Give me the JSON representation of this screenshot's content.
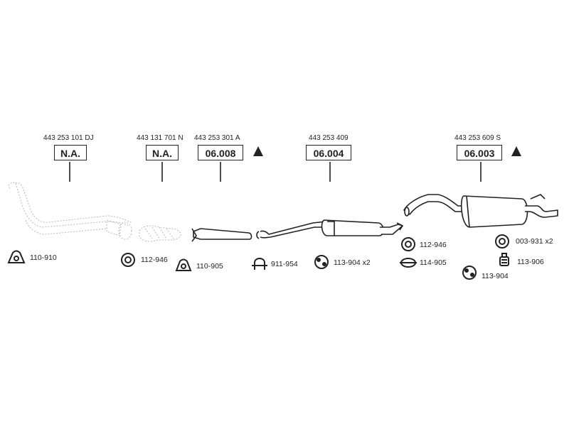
{
  "colors": {
    "ink": "#222222",
    "part_fill": "#ffffff",
    "ghost": "#b8b8b8"
  },
  "sections": [
    {
      "oem": "443 253 101 DJ",
      "code": "N.A.",
      "warning": false
    },
    {
      "oem": "443 131 701 N",
      "code": "N.A.",
      "warning": false
    },
    {
      "oem": "443 253 301 A",
      "code": "06.008",
      "warning": true
    },
    {
      "oem": "443 253 409",
      "code": "06.004",
      "warning": false
    },
    {
      "oem": "443 253 609 S",
      "code": "06.003",
      "warning": true
    }
  ],
  "accessories": [
    {
      "icon": "gasket-triangle-icon",
      "label": "110-910"
    },
    {
      "icon": "ring-gasket-icon",
      "label": "112-946"
    },
    {
      "icon": "gasket-triangle-icon",
      "label": "110-905"
    },
    {
      "icon": "u-clamp-icon",
      "label": "911-954"
    },
    {
      "icon": "rubber-mount-icon",
      "label": "113-904 x2"
    },
    {
      "icon": "ring-gasket-icon",
      "label": "112-946"
    },
    {
      "icon": "band-clamp-icon",
      "label": "114-905"
    },
    {
      "icon": "rubber-mount-icon",
      "label": "113-904"
    },
    {
      "icon": "ring-gasket-icon",
      "label": "003-931 x2"
    },
    {
      "icon": "hanger-icon",
      "label": "113-906"
    }
  ]
}
